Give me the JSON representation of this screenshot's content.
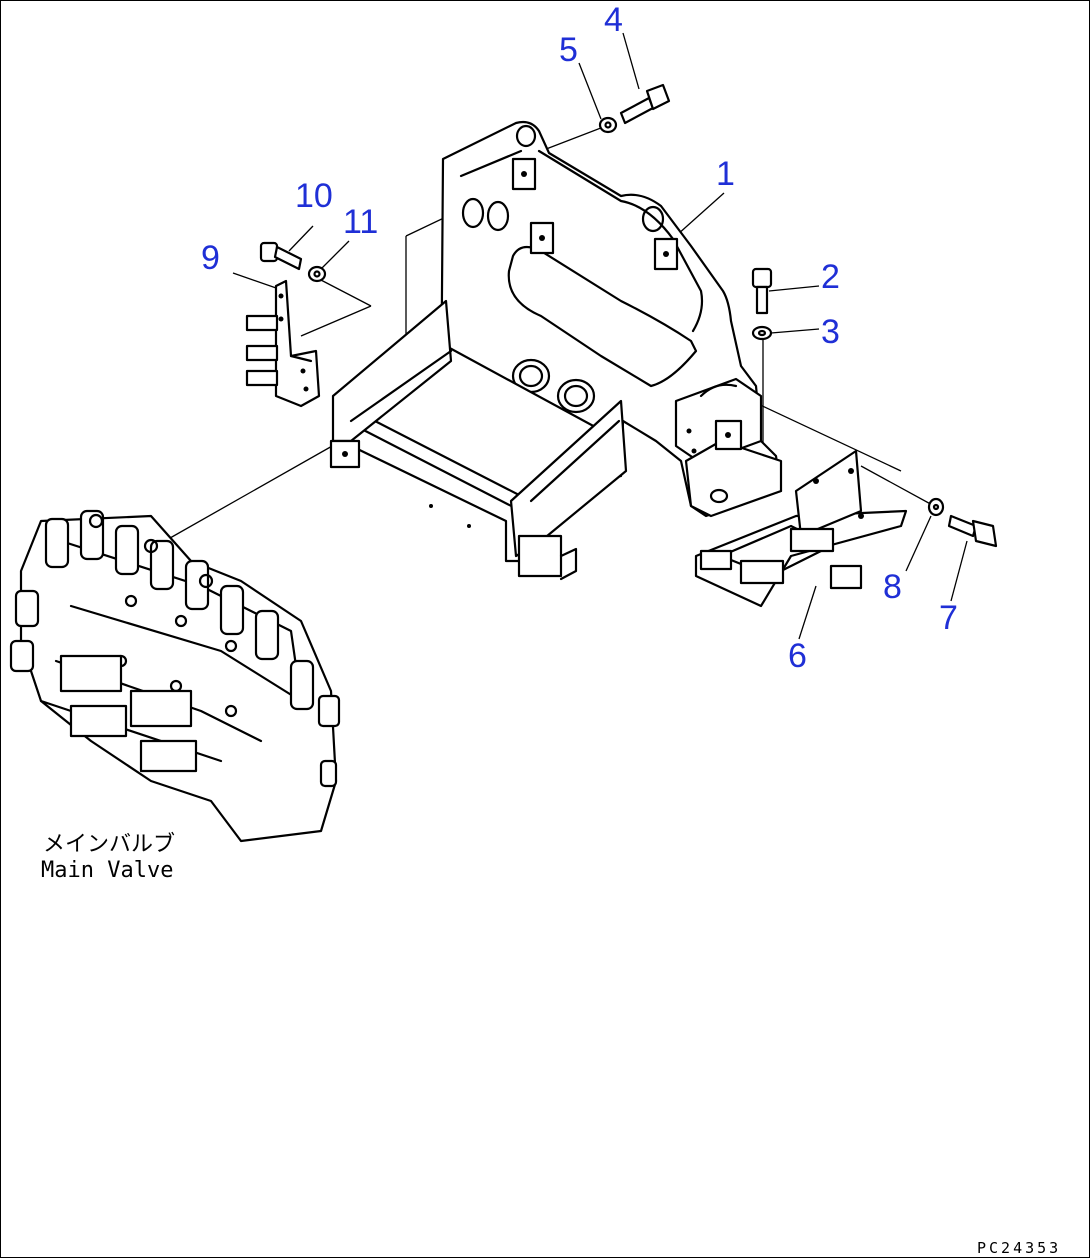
{
  "diagram": {
    "callouts": [
      {
        "id": "1",
        "label": "1"
      },
      {
        "id": "2",
        "label": "2"
      },
      {
        "id": "3",
        "label": "3"
      },
      {
        "id": "4",
        "label": "4"
      },
      {
        "id": "5",
        "label": "5"
      },
      {
        "id": "6",
        "label": "6"
      },
      {
        "id": "7",
        "label": "7"
      },
      {
        "id": "8",
        "label": "8"
      },
      {
        "id": "9",
        "label": "9"
      },
      {
        "id": "10",
        "label": "10"
      },
      {
        "id": "11",
        "label": "11"
      }
    ],
    "main_valve_label_jp": "メインバルブ",
    "main_valve_label_en": "Main Valve",
    "document_number": "PC24353",
    "colors": {
      "callout": "#1f2fd6",
      "line": "#000000",
      "background": "#ffffff"
    }
  }
}
